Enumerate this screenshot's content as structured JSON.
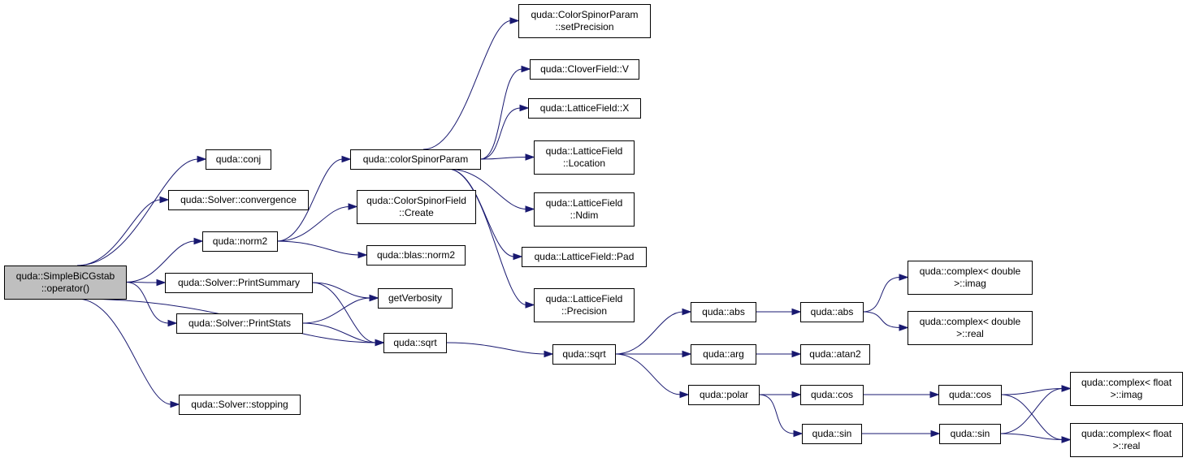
{
  "colors": {
    "edge": "#191970",
    "root_fill": "#bfbfbf",
    "node_fill": "#ffffff",
    "node_stroke": "#000000"
  },
  "nodes": {
    "root": {
      "lines": [
        "quda::SimpleBiCGstab",
        "::operator()"
      ]
    },
    "conj": {
      "lines": [
        "quda::conj"
      ]
    },
    "convergence": {
      "lines": [
        "quda::Solver::convergence"
      ]
    },
    "norm2": {
      "lines": [
        "quda::norm2"
      ]
    },
    "printsummary": {
      "lines": [
        "quda::Solver::PrintSummary"
      ]
    },
    "printstats": {
      "lines": [
        "quda::Solver::PrintStats"
      ]
    },
    "stopping": {
      "lines": [
        "quda::Solver::stopping"
      ]
    },
    "colorspinorparam": {
      "lines": [
        "quda::colorSpinorParam"
      ]
    },
    "csfcreate": {
      "lines": [
        "quda::ColorSpinorField",
        "::Create"
      ]
    },
    "blasnorm2": {
      "lines": [
        "quda::blas::norm2"
      ]
    },
    "getverbosity": {
      "lines": [
        "getVerbosity"
      ]
    },
    "sqrt1": {
      "lines": [
        "quda::sqrt"
      ]
    },
    "setprecision": {
      "lines": [
        "quda::ColorSpinorParam",
        "::setPrecision"
      ]
    },
    "cloverv": {
      "lines": [
        "quda::CloverField::V"
      ]
    },
    "latticex": {
      "lines": [
        "quda::LatticeField::X"
      ]
    },
    "location": {
      "lines": [
        "quda::LatticeField",
        "::Location"
      ]
    },
    "ndim": {
      "lines": [
        "quda::LatticeField",
        "::Ndim"
      ]
    },
    "pad": {
      "lines": [
        "quda::LatticeField::Pad"
      ]
    },
    "precision": {
      "lines": [
        "quda::LatticeField",
        "::Precision"
      ]
    },
    "sqrt2": {
      "lines": [
        "quda::sqrt"
      ]
    },
    "abs1": {
      "lines": [
        "quda::abs"
      ]
    },
    "arg": {
      "lines": [
        "quda::arg"
      ]
    },
    "polar": {
      "lines": [
        "quda::polar"
      ]
    },
    "abs2": {
      "lines": [
        "quda::abs"
      ]
    },
    "atan2": {
      "lines": [
        "quda::atan2"
      ]
    },
    "cos1": {
      "lines": [
        "quda::cos"
      ]
    },
    "sin1": {
      "lines": [
        "quda::sin"
      ]
    },
    "cdimag": {
      "lines": [
        "quda::complex< double",
        ">::imag"
      ]
    },
    "cdreal": {
      "lines": [
        "quda::complex< double",
        ">::real"
      ]
    },
    "cos2": {
      "lines": [
        "quda::cos"
      ]
    },
    "sin2": {
      "lines": [
        "quda::sin"
      ]
    },
    "cfimag": {
      "lines": [
        "quda::complex< float",
        ">::imag"
      ]
    },
    "cfreal": {
      "lines": [
        "quda::complex< float",
        ">::real"
      ]
    }
  },
  "edges": [
    [
      "root",
      "conj"
    ],
    [
      "root",
      "convergence"
    ],
    [
      "root",
      "norm2"
    ],
    [
      "root",
      "printsummary"
    ],
    [
      "root",
      "printstats"
    ],
    [
      "root",
      "sqrt1"
    ],
    [
      "root",
      "stopping"
    ],
    [
      "norm2",
      "colorspinorparam"
    ],
    [
      "norm2",
      "csfcreate"
    ],
    [
      "norm2",
      "blasnorm2"
    ],
    [
      "printsummary",
      "getverbosity"
    ],
    [
      "printsummary",
      "sqrt1"
    ],
    [
      "printstats",
      "getverbosity"
    ],
    [
      "printstats",
      "sqrt1"
    ],
    [
      "colorspinorparam",
      "setprecision"
    ],
    [
      "colorspinorparam",
      "cloverv"
    ],
    [
      "colorspinorparam",
      "latticex"
    ],
    [
      "colorspinorparam",
      "location"
    ],
    [
      "colorspinorparam",
      "ndim"
    ],
    [
      "colorspinorparam",
      "pad"
    ],
    [
      "colorspinorparam",
      "precision"
    ],
    [
      "sqrt1",
      "sqrt2"
    ],
    [
      "sqrt2",
      "abs1"
    ],
    [
      "sqrt2",
      "arg"
    ],
    [
      "sqrt2",
      "polar"
    ],
    [
      "abs1",
      "abs2"
    ],
    [
      "arg",
      "atan2"
    ],
    [
      "polar",
      "cos1"
    ],
    [
      "polar",
      "sin1"
    ],
    [
      "abs2",
      "cdimag"
    ],
    [
      "abs2",
      "cdreal"
    ],
    [
      "cos1",
      "cos2"
    ],
    [
      "sin1",
      "sin2"
    ],
    [
      "cos2",
      "cfimag"
    ],
    [
      "cos2",
      "cfreal"
    ],
    [
      "sin2",
      "cfimag"
    ],
    [
      "sin2",
      "cfreal"
    ]
  ]
}
